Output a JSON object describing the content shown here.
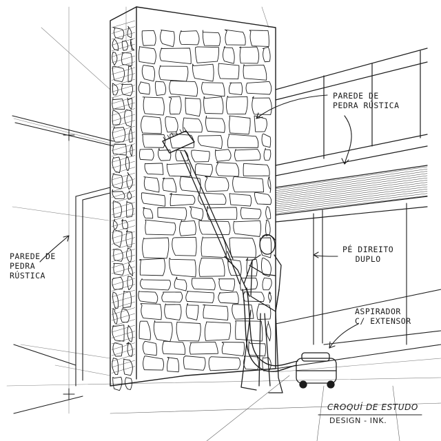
{
  "annotations": {
    "wall_top": {
      "line1": "PAREDE DE",
      "line2": "PEDRA RÚSTICA"
    },
    "wall_left": {
      "line1": "PAREDE DE",
      "line2": "PEDRA",
      "line3": "RÚSTICA"
    },
    "ceiling": {
      "line1": "PÉ DIREITO",
      "line2": "DUPLO"
    },
    "vacuum": {
      "line1": "ASPIRADOR",
      "line2": "C/ EXTENSOR"
    }
  },
  "title_block": {
    "title": "CROQUÍ DE ESTUDO",
    "subtitle": "DESIGN - INK."
  },
  "colors": {
    "ink": "#1c1c1c",
    "paper": "#ffffff",
    "hatch": "#4a4a4a"
  }
}
